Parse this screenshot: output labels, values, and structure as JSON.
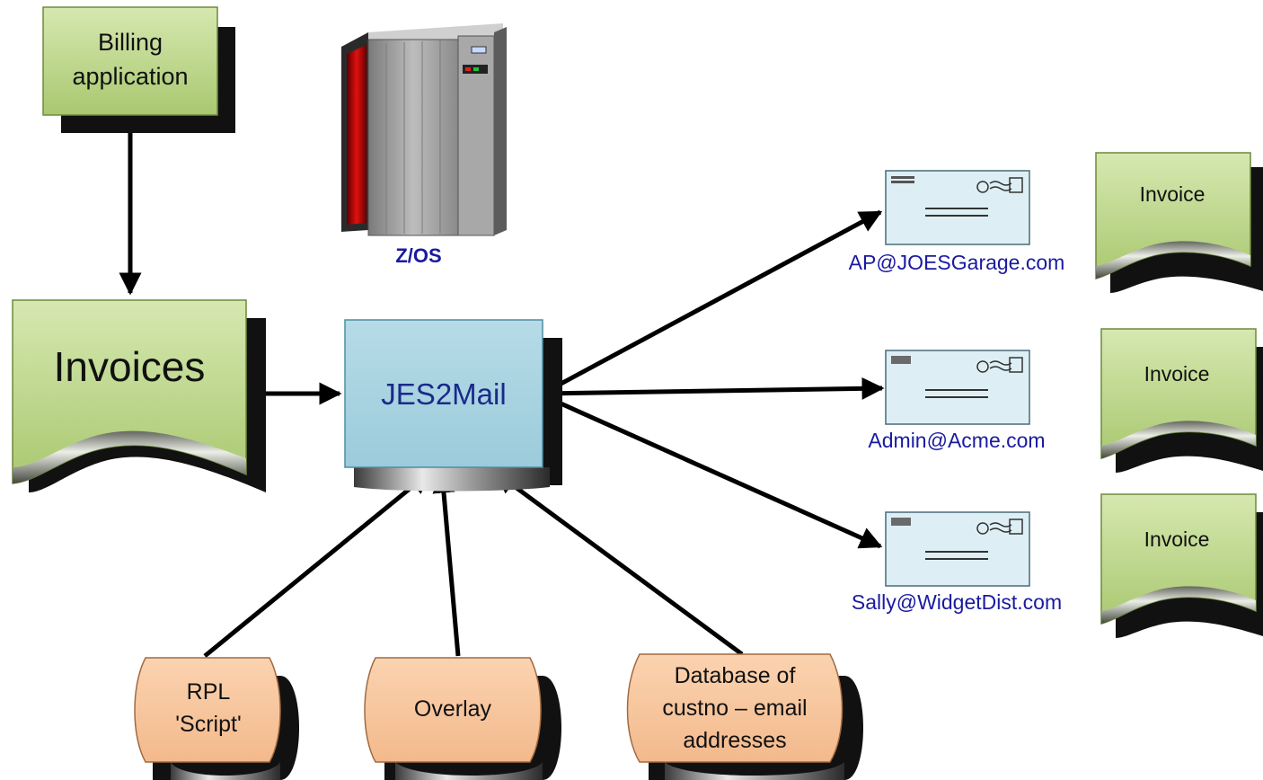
{
  "diagram": {
    "billing_app": {
      "lines": [
        "Billing",
        "application"
      ]
    },
    "mainframe": {
      "label": "Z/OS"
    },
    "invoices_doc": {
      "label": "Invoices"
    },
    "jes2mail": {
      "label": "JES2Mail"
    },
    "inputs": [
      {
        "lines": [
          "RPL",
          "'Script'"
        ]
      },
      {
        "lines": [
          "Overlay"
        ]
      },
      {
        "lines": [
          "Database of",
          "custno – email",
          "addresses"
        ]
      }
    ],
    "recipients": [
      {
        "email": "AP@JOESGarage.com",
        "invoice": "Invoice"
      },
      {
        "email": "Admin@Acme.com",
        "invoice": "Invoice"
      },
      {
        "email": "Sally@WidgetDist.com",
        "invoice": "Invoice"
      }
    ],
    "colors": {
      "doc_green": "#c4dc94",
      "doc_green_dark": "#8fb356",
      "jes_blue": "#a8d4e2",
      "input_orange": "#f9c9a0",
      "envelope": "#ddeff5",
      "email_text": "#1a1aa0",
      "zos_text": "#1a1aa0",
      "arrow": "#000000"
    }
  }
}
